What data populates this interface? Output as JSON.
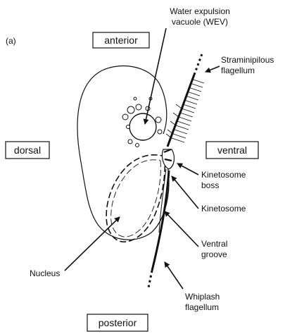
{
  "panel_label": "(a)",
  "orientation_boxes": {
    "anterior": "anterior",
    "posterior": "posterior",
    "dorsal": "dorsal",
    "ventral": "ventral"
  },
  "labels": {
    "wev_line1": "Water expulsion",
    "wev_line2": "vacuole (WEV)",
    "straminipilous_line1": "Straminipilous",
    "straminipilous_line2": "flagellum",
    "kinetosome_boss_line1": "Kinetosome",
    "kinetosome_boss_line2": "boss",
    "kinetosome": "Kinetosome",
    "ventral_groove_line1": "Ventral",
    "ventral_groove_line2": "groove",
    "nucleus": "Nucleus",
    "whiplash_line1": "Whiplash",
    "whiplash_line2": "flagellum"
  }
}
